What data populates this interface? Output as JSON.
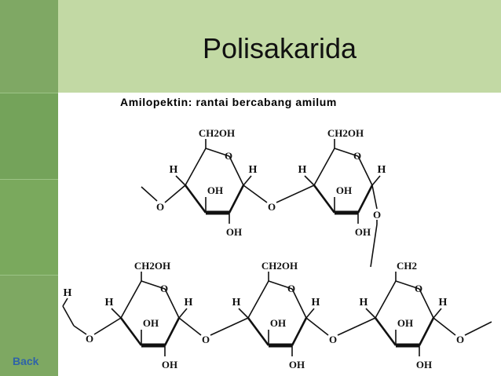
{
  "slide": {
    "title": "Polisakarida",
    "subtitle": "Amilopektin: rantai bercabang amilum",
    "back_label": "Back"
  },
  "diagram": {
    "labels": {
      "ch2oh": "CH2OH",
      "oh": "OH",
      "o": "O",
      "h": "H",
      "ch2": "CH2"
    }
  }
}
